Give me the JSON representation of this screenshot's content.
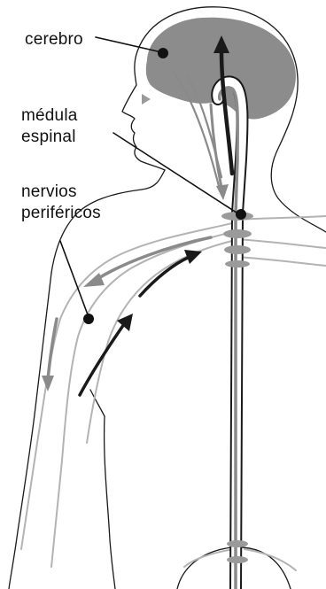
{
  "labels": {
    "brain": "cerebro",
    "spinal_cord": [
      "médula",
      "espinal"
    ],
    "peripheral_nerves": [
      "nervios",
      "periféricos"
    ]
  },
  "colors": {
    "outline": "#1a1a1a",
    "brain_fill": "#8c8c8c",
    "nerve_light": "#b3b3b3",
    "nerve_medium": "#8a8a8a",
    "arrow_dark": "#1a1a1a",
    "ganglion": "#9a9a9a"
  }
}
